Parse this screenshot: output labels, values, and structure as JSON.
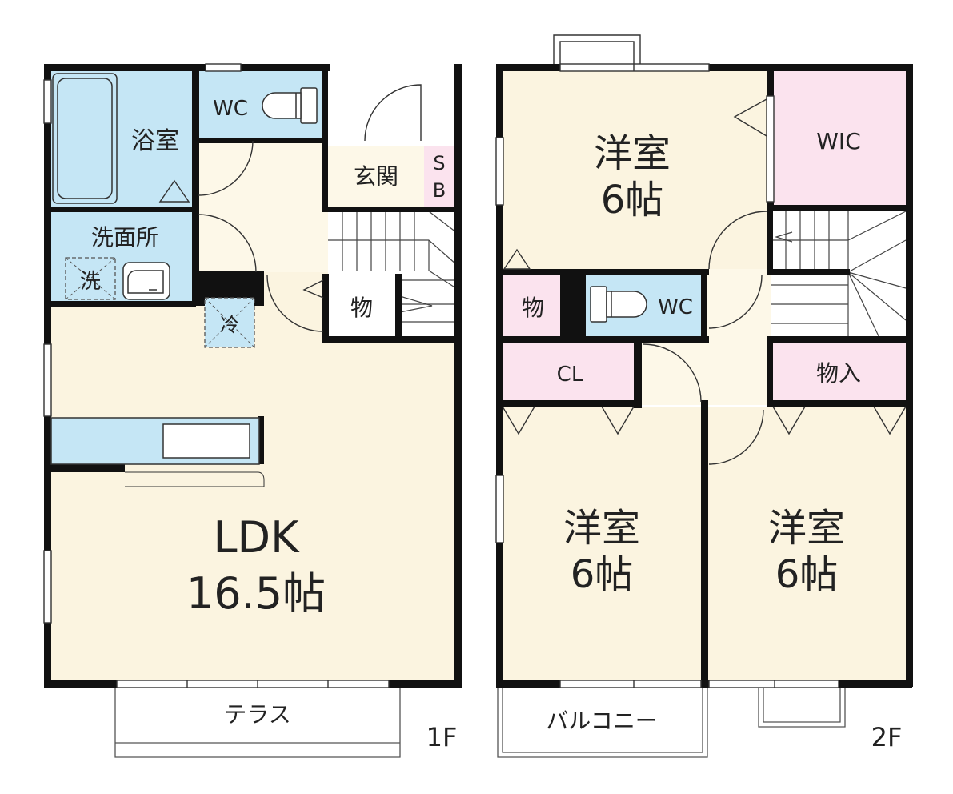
{
  "colors": {
    "wall": "#111111",
    "living": "#fbf4e0",
    "wet": "#c5e6f5",
    "storage": "#fbe3ee",
    "hall": "#fdf8e8",
    "stair": "#ffffff",
    "exterior": "#ffffff",
    "fixture_line": "#333333"
  },
  "floor1": {
    "bath": "浴室",
    "wc": "WC",
    "entrance": "玄関",
    "shoe_box_s": "S",
    "shoe_box_b": "B",
    "washroom": "洗面所",
    "washer": "洗",
    "fridge": "冷",
    "storage": "物",
    "ldk_name": "LDK",
    "ldk_size": "16.5帖",
    "terrace": "テラス",
    "floor_label": "1F"
  },
  "floor2": {
    "room_top_name": "洋室",
    "room_top_size": "6帖",
    "wic": "WIC",
    "storage": "物",
    "wc": "WC",
    "closet": "CL",
    "storage_in": "物入",
    "room_left_name": "洋室",
    "room_left_size": "6帖",
    "room_right_name": "洋室",
    "room_right_size": "6帖",
    "balcony": "バルコニー",
    "floor_label": "2F"
  }
}
